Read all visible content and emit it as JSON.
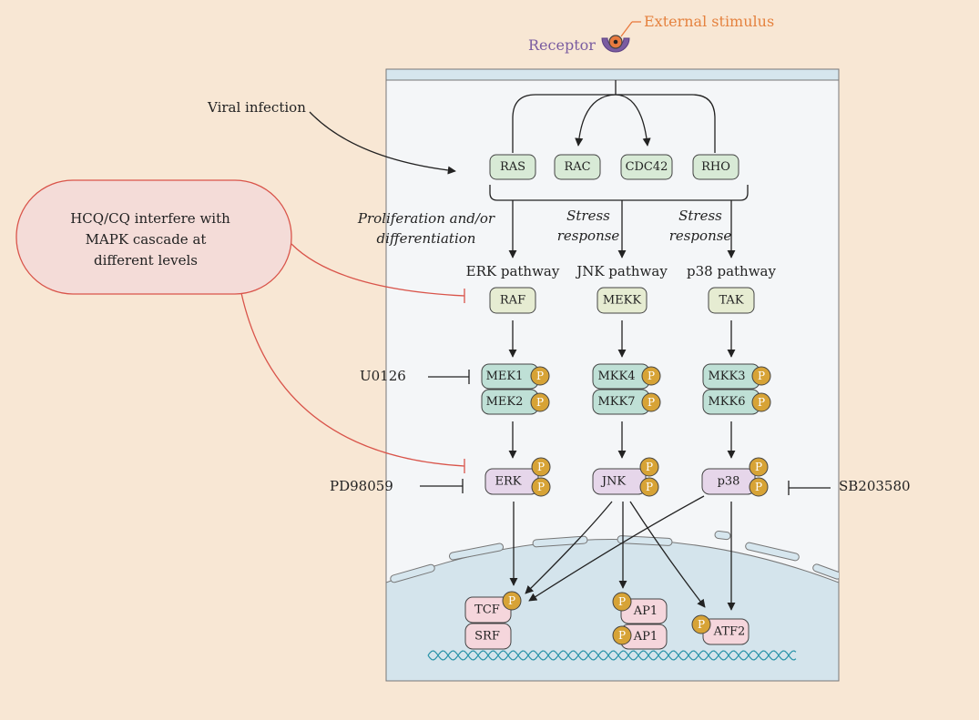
{
  "labels": {
    "external_stimulus": "External stimulus",
    "receptor": "Receptor",
    "viral_infection": "Viral infection",
    "hcq_note": [
      "HCQ/CQ interfere with",
      "MAPK cascade at",
      "different levels"
    ],
    "u0126": "U0126",
    "pd98059": "PD98059",
    "sb203580": "SB203580"
  },
  "branches": {
    "erk_desc": [
      "Proliferation and/or",
      "differentiation"
    ],
    "jnk_desc": [
      "Stress",
      "response"
    ],
    "p38_desc": [
      "Stress",
      "response"
    ],
    "erk_pathway": "ERK pathway",
    "jnk_pathway": "JNK pathway",
    "p38_pathway": "p38 pathway"
  },
  "gtpases": [
    "RAS",
    "RAC",
    "CDC42",
    "RHO"
  ],
  "kinases": {
    "raf": "RAF",
    "mekk": "MEKK",
    "tak": "TAK",
    "mek1": "MEK1",
    "mek2": "MEK2",
    "mkk4": "MKK4",
    "mkk7": "MKK7",
    "mkk3": "MKK3",
    "mkk6": "MKK6",
    "erk": "ERK",
    "jnk": "JNK",
    "p38": "p38"
  },
  "transcription_factors": {
    "tcf": "TCF",
    "srf": "SRF",
    "ap1_top": "AP1",
    "ap1_bottom": "AP1",
    "atf2": "ATF2"
  },
  "phospho": "P",
  "colors": {
    "background": "#f8e7d4",
    "cell": "#f4f6f8",
    "nucleus": "#d4e4ec",
    "membrane": "#d6e6ee",
    "gtpase_fill": "#d8ead6",
    "raf_fill": "#e6ecd2",
    "mek_fill": "#bfe0d6",
    "mapk_fill": "#e6d6ea",
    "tf_fill": "#f5d6dc",
    "phospho": "#d7a336",
    "inhibitor_red": "#d9544a",
    "note_fill": "#f4dcd8"
  }
}
